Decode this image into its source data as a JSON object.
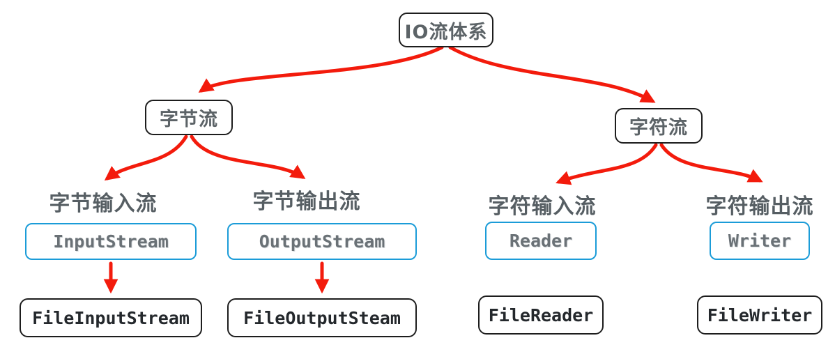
{
  "diagram": {
    "root": {
      "label": "IO流体系"
    },
    "branches": [
      {
        "label": "字节流",
        "children": [
          {
            "caption": "字节输入流",
            "abstract_class": "InputStream",
            "impl_class": "FileInputStream",
            "has_arrow_to_impl": true
          },
          {
            "caption": "字节输出流",
            "abstract_class": "OutputStream",
            "impl_class": "FileOutputSteam",
            "has_arrow_to_impl": true
          }
        ]
      },
      {
        "label": "字符流",
        "children": [
          {
            "caption": "字符输入流",
            "abstract_class": "Reader",
            "impl_class": "FileReader",
            "has_arrow_to_impl": false
          },
          {
            "caption": "字符输出流",
            "abstract_class": "Writer",
            "impl_class": "FileWriter",
            "has_arrow_to_impl": false
          }
        ]
      }
    ],
    "colors": {
      "arrow": "#f31b0c",
      "abstract_box_border": "#1b9cd8",
      "impl_box_border": "#1d1d1d",
      "gray_text": "#5c6367",
      "dark_text": "#24282c",
      "background": "#ffffff"
    }
  }
}
